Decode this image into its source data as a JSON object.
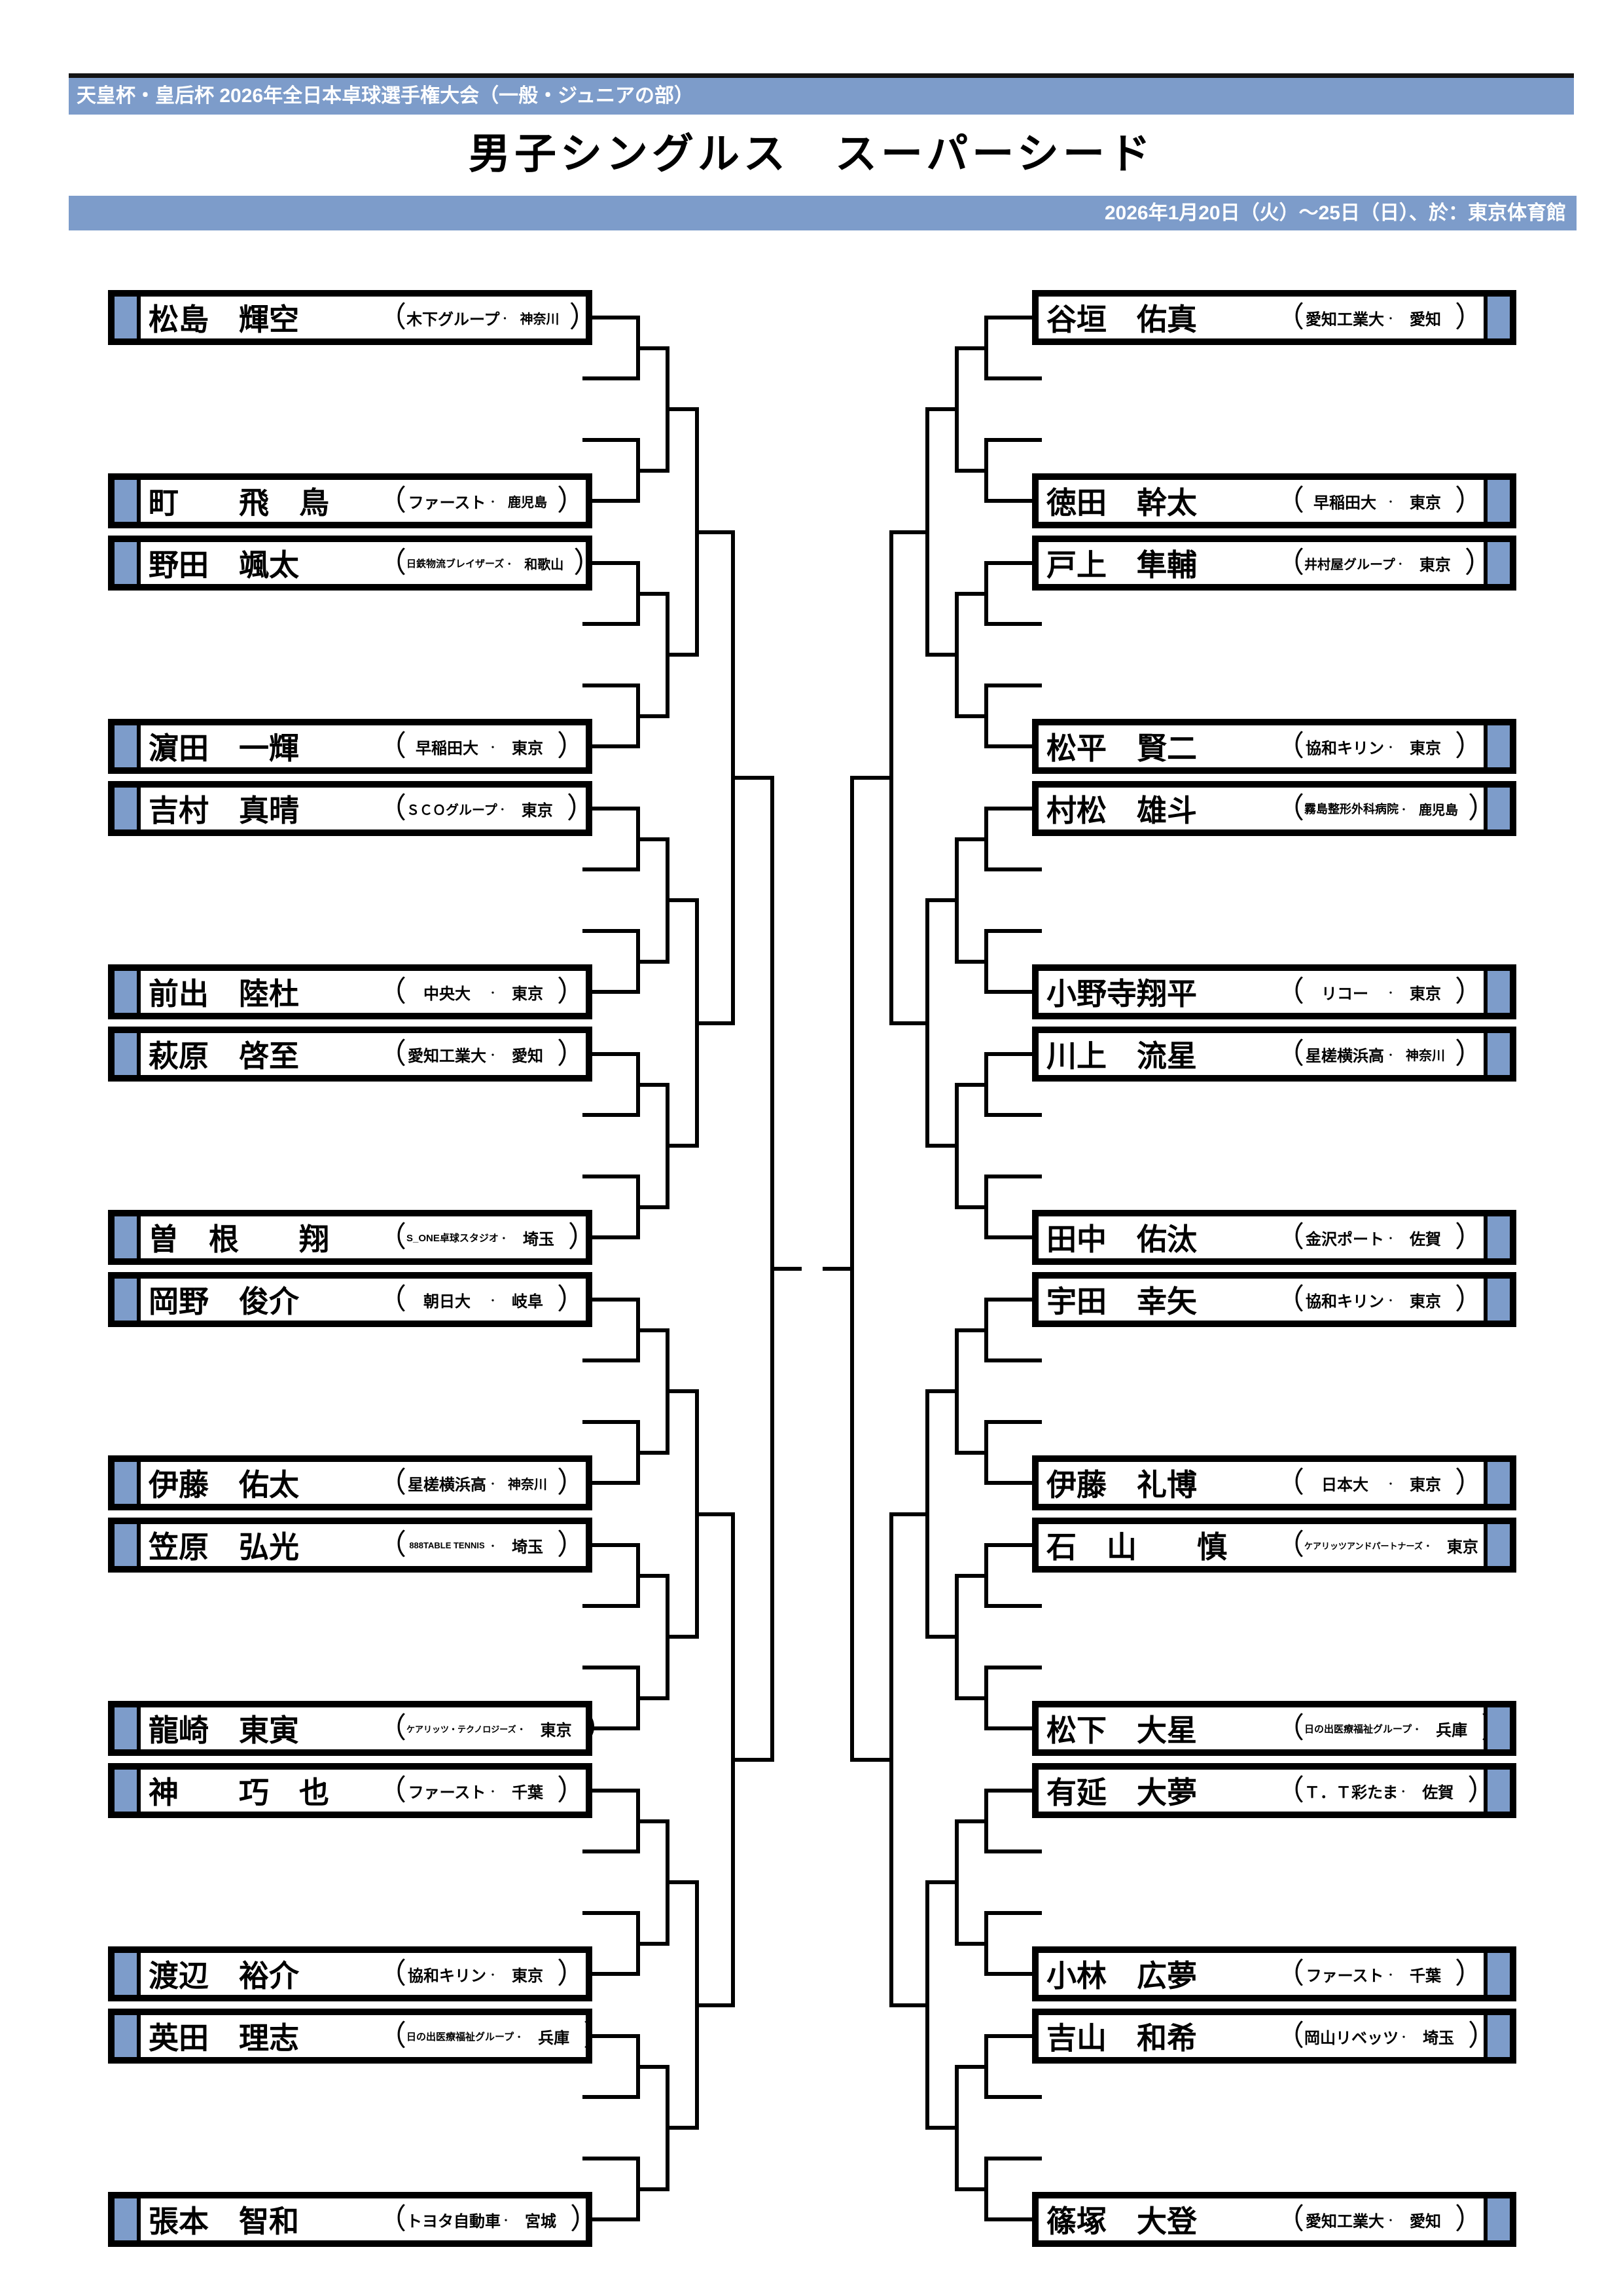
{
  "header": {
    "event_bar": "天皇杯・皇后杯 2026年全日本卓球選手権大会（一般・ジュニアの部）",
    "title": "男子シングルス　スーパーシード",
    "date_bar": "2026年1月20日（火）～25日（日）、於：東京体育館"
  },
  "colors": {
    "accent_blue": "#7D9CCA",
    "line_black": "#000000"
  },
  "bracket": {
    "left": [
      {
        "name": "松島　輝空",
        "affiliation": "木下グループ",
        "prefecture": "神奈川"
      },
      {
        "name": "町　　飛　鳥",
        "affiliation": "ファースト",
        "prefecture": "鹿児島"
      },
      {
        "name": "野田　颯太",
        "affiliation": "日鉄物流ブレイザーズ",
        "prefecture": "和歌山"
      },
      {
        "name": "濵田　一輝",
        "affiliation": "早稲田大",
        "prefecture": "東京"
      },
      {
        "name": "吉村　真晴",
        "affiliation": "ＳＣＯグループ",
        "prefecture": "東京"
      },
      {
        "name": "前出　陸杜",
        "affiliation": "中央大",
        "prefecture": "東京"
      },
      {
        "name": "萩原　啓至",
        "affiliation": "愛知工業大",
        "prefecture": "愛知"
      },
      {
        "name": "曽　根　　翔",
        "affiliation": "S_ONE卓球スタジオ",
        "prefecture": "埼玉"
      },
      {
        "name": "岡野　俊介",
        "affiliation": "朝日大",
        "prefecture": "岐阜"
      },
      {
        "name": "伊藤　佑太",
        "affiliation": "星槎横浜高",
        "prefecture": "神奈川"
      },
      {
        "name": "笠原　弘光",
        "affiliation": "888TABLE TENNIS",
        "prefecture": "埼玉"
      },
      {
        "name": "龍崎　東寅",
        "affiliation": "ケアリッツ・テクノロジーズ",
        "prefecture": "東京"
      },
      {
        "name": "神　　巧　也",
        "affiliation": "ファースト",
        "prefecture": "千葉"
      },
      {
        "name": "渡辺　裕介",
        "affiliation": "協和キリン",
        "prefecture": "東京"
      },
      {
        "name": "英田　理志",
        "affiliation": "日の出医療福祉グループ",
        "prefecture": "兵庫"
      },
      {
        "name": "張本　智和",
        "affiliation": "トヨタ自動車",
        "prefecture": "宮城"
      }
    ],
    "right": [
      {
        "name": "谷垣　佑真",
        "affiliation": "愛知工業大",
        "prefecture": "愛知"
      },
      {
        "name": "徳田　幹太",
        "affiliation": "早稲田大",
        "prefecture": "東京"
      },
      {
        "name": "戸上　隼輔",
        "affiliation": "井村屋グループ",
        "prefecture": "東京"
      },
      {
        "name": "松平　賢二",
        "affiliation": "協和キリン",
        "prefecture": "東京"
      },
      {
        "name": "村松　雄斗",
        "affiliation": "霧島整形外科病院",
        "prefecture": "鹿児島"
      },
      {
        "name": "小野寺翔平",
        "affiliation": "リコー",
        "prefecture": "東京"
      },
      {
        "name": "川上　流星",
        "affiliation": "星槎横浜高",
        "prefecture": "神奈川"
      },
      {
        "name": "田中　佑汰",
        "affiliation": "金沢ポート",
        "prefecture": "佐賀"
      },
      {
        "name": "宇田　幸矢",
        "affiliation": "協和キリン",
        "prefecture": "東京"
      },
      {
        "name": "伊藤　礼博",
        "affiliation": "日本大",
        "prefecture": "東京"
      },
      {
        "name": "石　山　　慎",
        "affiliation": "ケアリッツアンドパートナーズ",
        "prefecture": "東京"
      },
      {
        "name": "松下　大星",
        "affiliation": "日の出医療福祉グループ",
        "prefecture": "兵庫"
      },
      {
        "name": "有延　大夢",
        "affiliation": "Ｔ．Ｔ彩たま",
        "prefecture": "佐賀"
      },
      {
        "name": "小林　広夢",
        "affiliation": "ファースト",
        "prefecture": "千葉"
      },
      {
        "name": "吉山　和希",
        "affiliation": "岡山リベッツ",
        "prefecture": "埼玉"
      },
      {
        "name": "篠塚　大登",
        "affiliation": "愛知工業大",
        "prefecture": "愛知"
      }
    ]
  }
}
